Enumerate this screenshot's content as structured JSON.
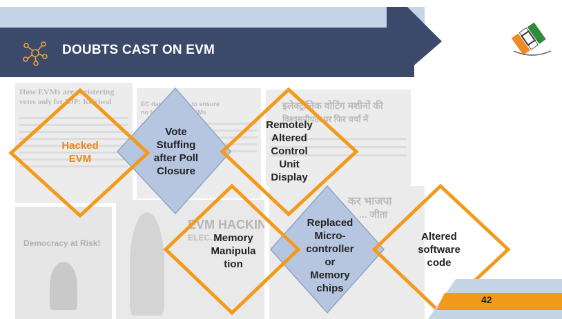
{
  "header": {
    "title": "DOUBTS CAST ON EVM",
    "icon": "network-nodes-icon",
    "band_color": "#3b4a6b",
    "accent_color": "#c6d4e8"
  },
  "logo": {
    "name": "election-commission-logo"
  },
  "background": {
    "clippings": [
      {
        "headline": "How EVMs are registering",
        "subline": "votes only for BJP: Kejriwal"
      },
      {
        "headline": "EC dares parties to ensure",
        "subline": "no tampering of EVMs"
      },
      {
        "headline": "इलेक्ट्रॉनिक वोटिंग मशीनों की",
        "subline": "विश्वसनीयता पर फिर चर्चा में"
      },
      {
        "headline": "Democracy at Risk!",
        "subline": ""
      },
      {
        "headline": "EVM HACKING",
        "subline": "ELEC..."
      },
      {
        "headline": "... कर भाजपा",
        "subline": "... जीता"
      }
    ]
  },
  "diamonds": [
    {
      "label": "Hacked EVM",
      "style": "outline",
      "text_color": "#e8891a"
    },
    {
      "label": "Vote Stuffing after Poll Closure",
      "style": "filled",
      "text_color": "#222222"
    },
    {
      "label": "Remotely Altered Control Unit Display",
      "style": "outline",
      "text_color": "#222222"
    },
    {
      "label": "Memory Manipula tion",
      "style": "outline",
      "text_color": "#222222"
    },
    {
      "label": "Replaced Micro-controller or Memory chips",
      "style": "filled",
      "text_color": "#222222"
    },
    {
      "label": "Altered software code",
      "style": "outline",
      "text_color": "#222222"
    }
  ],
  "colors": {
    "orange": "#f39a1d",
    "diamond_fill": "#b7c6e0",
    "diamond_stroke": "#8ea3c6"
  },
  "footer": {
    "page_number": "42"
  }
}
